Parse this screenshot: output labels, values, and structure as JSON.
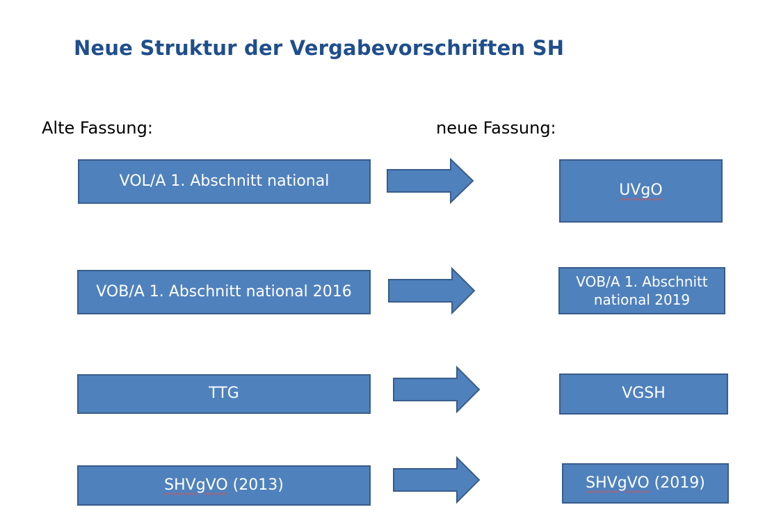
{
  "title": "Neue Struktur der Vergabevorschriften SH",
  "old_heading": "Alte Fassung:",
  "new_heading": "neue Fassung:",
  "rows": [
    {
      "old": "VOL/A  1. Abschnitt national",
      "new": "UVgO"
    },
    {
      "old": "VOB/A 1. Abschnitt national 2016",
      "new": "VOB/A 1. Abschnitt\nnational 2019"
    },
    {
      "old": "TTG",
      "new": "VGSH"
    },
    {
      "old": "SHVgVO (2013)",
      "new": "SHVgVO (2019)"
    }
  ],
  "colors": {
    "title": "#1f4e8c",
    "box_fill": "#4f81bd",
    "box_border": "#385d8a",
    "box_text": "#ffffff"
  }
}
